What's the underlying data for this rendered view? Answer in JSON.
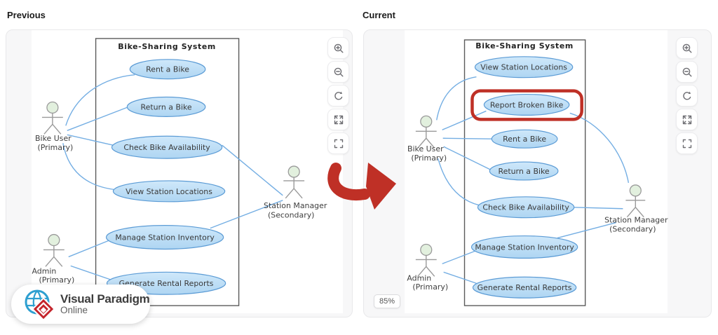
{
  "page": {
    "previous_label": "Previous",
    "current_label": "Current"
  },
  "previous": {
    "system_title": "Bike-Sharing System",
    "use_cases": [
      "Rent a Bike",
      "Return a Bike",
      "Check Bike Availability",
      "View Station Locations",
      "Manage Station Inventory",
      "Generate Rental Reports"
    ],
    "actors": {
      "bike_user": {
        "name": "Bike User",
        "role": "(Primary)"
      },
      "station_manager": {
        "name": "Station Manager",
        "role": "(Secondary)"
      },
      "admin": {
        "name": "Admin",
        "role": "(Primary)"
      }
    }
  },
  "current": {
    "system_title": "Bike-Sharing System",
    "use_cases": [
      "View Station Locations",
      "Report Broken Bike",
      "Rent a Bike",
      "Return a Bike",
      "Check Bike Availability",
      "Manage Station Inventory",
      "Generate Rental Reports"
    ],
    "highlighted_use_case": "Report Broken Bike",
    "actors": {
      "bike_user": {
        "name": "Bike User",
        "role": "(Primary)"
      },
      "station_manager": {
        "name": "Station Manager",
        "role": "(Secondary)"
      },
      "admin": {
        "name": "Admin",
        "role": "(Primary)"
      }
    }
  },
  "zoom_badge": "85%",
  "toolbar": {
    "icons": [
      "zoom-in-icon",
      "zoom-out-icon",
      "reset-view-icon",
      "expand-icon",
      "fit-screen-icon"
    ]
  },
  "logo": {
    "brand": "Visual Paradigm",
    "product": "Online"
  },
  "colors": {
    "accent_red": "#bf3026",
    "usecase_fill": "#b7dcf6",
    "usecase_stroke": "#5b9bd5",
    "connector": "#74aee3",
    "boundary_stroke": "#5a5a5a",
    "actor_head_fill": "#e2f0de",
    "logo_blue": "#2e9fd0",
    "logo_red": "#c4242b"
  }
}
